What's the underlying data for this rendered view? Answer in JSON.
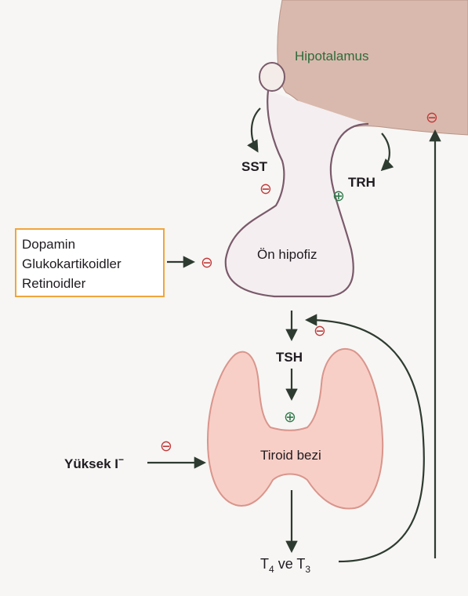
{
  "labels": {
    "hypothalamus": "Hipotalamus",
    "sst": "SST",
    "trh": "TRH",
    "anterior_pituitary": "Ön hipofiz",
    "inhibitors": [
      "Dopamin",
      "Glukokartikoidler",
      "Retinoidler"
    ],
    "tsh": "TSH",
    "thyroid": "Tiroid bezi",
    "high_iodide": "Yüksek I",
    "high_iodide_sup": "−",
    "t4": "T",
    "t4_sub": "4",
    "ve": " ve T",
    "t3_sub": "3"
  },
  "signs": {
    "plus": "⊕",
    "minus": "⊖"
  },
  "colors": {
    "hypothalamus_fill": "#d9b9ad",
    "hypothalamus_text": "#2f6b3a",
    "pituitary_outline": "#7a5a6a",
    "thyroid_fill": "#f8cfc6",
    "thyroid_outline": "#d9958c",
    "box_border": "#f0a53c",
    "arrow": "#2e3b30",
    "minus_sign": "#c13a3a",
    "plus_sign": "#2f7a4a"
  }
}
